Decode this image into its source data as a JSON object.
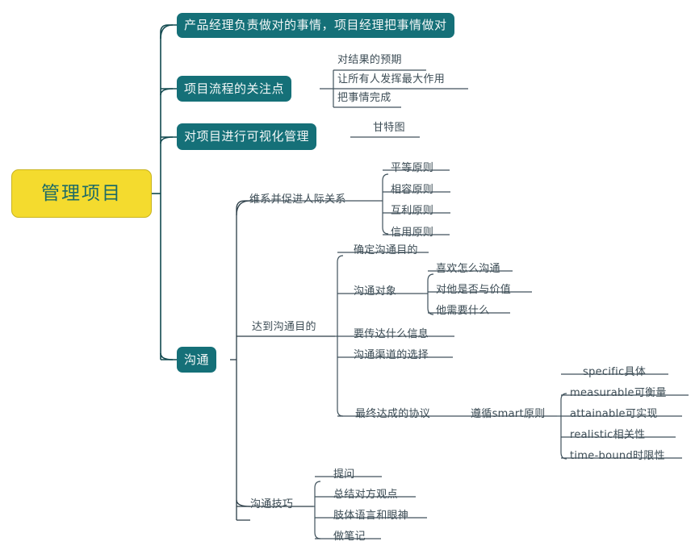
{
  "diagram": {
    "type": "mind-map",
    "title": "管理项目",
    "root": {
      "label": "管理项目",
      "fill": "#F4DB2E",
      "text_color": "#1E6B66"
    },
    "node_fill": "#157078",
    "node_text_color": "#F2F7F7",
    "leaf_text_color": "#3C4C55",
    "trunk_color": "#11494F",
    "branch_color": "#40525C",
    "branches": [
      {
        "label": "产品经理负责做对的事情，项目经理把事情做对",
        "style": "pill",
        "children": []
      },
      {
        "label": "项目流程的关注点",
        "style": "pill",
        "children": [
          {
            "label": "对结果的预期"
          },
          {
            "label": "让所有人发挥最大作用"
          },
          {
            "label": "把事情完成"
          }
        ]
      },
      {
        "label": "对项目进行可视化管理",
        "style": "pill",
        "children": [
          {
            "label": "甘特图"
          }
        ]
      },
      {
        "label": "沟通",
        "style": "pill",
        "children": [
          {
            "label": "维系并促进人际关系",
            "children": [
              {
                "label": "平等原则"
              },
              {
                "label": "相容原则"
              },
              {
                "label": "互利原则"
              },
              {
                "label": "信用原则"
              }
            ]
          },
          {
            "label": "达到沟通目的",
            "children": [
              {
                "label": "确定沟通目的"
              },
              {
                "label": "沟通对象",
                "children": [
                  {
                    "label": "喜欢怎么沟通"
                  },
                  {
                    "label": "对他是否与价值"
                  },
                  {
                    "label": "他需要什么"
                  }
                ]
              },
              {
                "label": "要传达什么信息"
              },
              {
                "label": "沟通渠道的选择"
              },
              {
                "label": "最终达成的协议",
                "children": [
                  {
                    "label": "遵循smart原则",
                    "children": [
                      {
                        "label": "specific具体"
                      },
                      {
                        "label": "measurable可衡量"
                      },
                      {
                        "label": "attainable可实现"
                      },
                      {
                        "label": "realistic相关性"
                      },
                      {
                        "label": "time-bound时限性"
                      }
                    ]
                  }
                ]
              }
            ]
          },
          {
            "label": "沟通技巧",
            "children": [
              {
                "label": "提问"
              },
              {
                "label": "总结对方观点"
              },
              {
                "label": "肢体语言和眼神"
              },
              {
                "label": "做笔记"
              }
            ]
          }
        ]
      }
    ]
  }
}
